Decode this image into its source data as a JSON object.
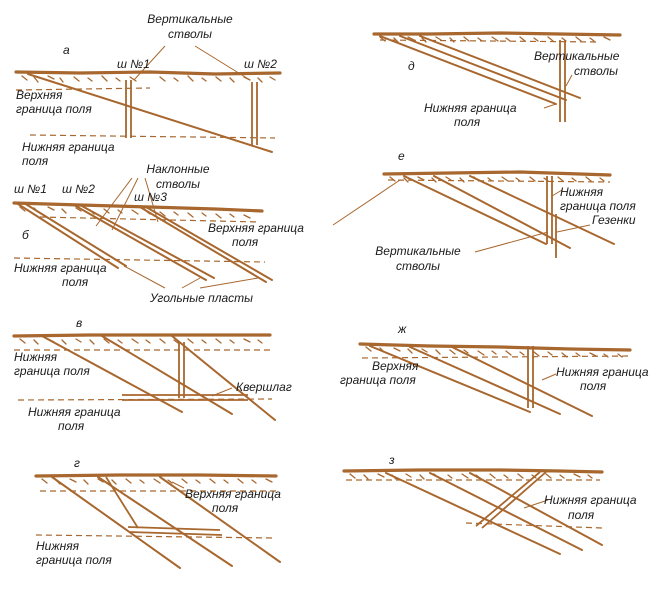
{
  "panels": {
    "a": {
      "letter": "а",
      "shaft_caption_1": "Вертикальные",
      "shaft_caption_2": "стволы",
      "shaft1": "ш №1",
      "shaft2": "ш №2",
      "upper_1": "Верхняя",
      "upper_2": "граница поля",
      "lower_1": "Нижняя граница",
      "lower_2": "поля"
    },
    "b": {
      "letter": "б",
      "shaft1": "ш №1",
      "shaft2": "ш №2",
      "shaft3": "ш №3",
      "inclined_1": "Наклонные",
      "inclined_2": "стволы",
      "upper_1": "Верхняя граница",
      "upper_2": "поля",
      "lower_1": "Нижняя граница",
      "lower_2": "поля",
      "seams": "Угольные пласты"
    },
    "v": {
      "letter": "в",
      "lower_a_1": "Нижняя",
      "lower_a_2": "граница поля",
      "crosscut": "Квершлаг",
      "lower_b_1": "Нижняя граница",
      "lower_b_2": "поля"
    },
    "g": {
      "letter": "г",
      "upper_1": "Верхняя граница",
      "upper_2": "поля",
      "lower_1": "Нижняя",
      "lower_2": "граница  поля"
    },
    "d": {
      "letter": "д",
      "shafts_1": "Вертикальные",
      "shafts_2": "стволы",
      "lower_1": "Нижняя граница",
      "lower_2": "поля"
    },
    "e": {
      "letter": "е",
      "lower_1": "Нижняя",
      "lower_2": "граница поля",
      "winzes": "Гезенки",
      "shafts_1": "Вертикальные",
      "shafts_2": "стволы"
    },
    "zh": {
      "letter": "ж",
      "upper_1": "Верхняя",
      "upper_2": "граница поля",
      "lower_1": "Нижняя граница",
      "lower_2": "поля"
    },
    "z": {
      "letter": "з",
      "lower_1": "Нижняя граница",
      "lower_2": "поля"
    }
  },
  "colors": {
    "strata": "#a8672e",
    "text": "#1a1a1a"
  }
}
